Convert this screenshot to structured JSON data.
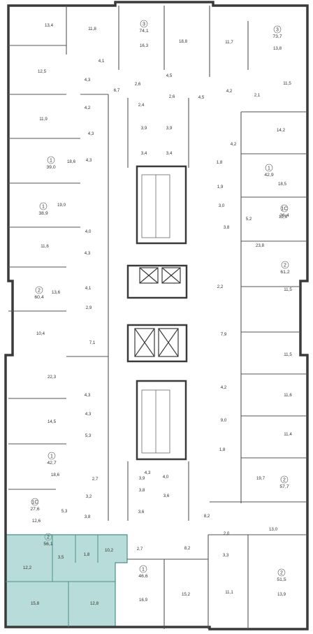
{
  "colors": {
    "wall": "#3a3a3a",
    "partition": "#555555",
    "highlight": "#b7dcd9",
    "highlight_stroke": "#4e8f8a",
    "text": "#333333"
  },
  "units": [
    {
      "id": "u1",
      "number": "1",
      "area": "39,0"
    },
    {
      "id": "u2",
      "number": "1",
      "area": "38,9"
    },
    {
      "id": "u3",
      "number": "2",
      "area": "60,4"
    },
    {
      "id": "u4",
      "number": "1",
      "area": "42,7"
    },
    {
      "id": "u5",
      "number": "1C",
      "area": "27,6"
    },
    {
      "id": "u6",
      "number": "2",
      "area": "56,1",
      "highlighted": true
    },
    {
      "id": "u7",
      "number": "1",
      "area": "46,6"
    },
    {
      "id": "u8",
      "number": "2",
      "area": "51,5"
    },
    {
      "id": "u9",
      "number": "2",
      "area": "57,7"
    },
    {
      "id": "u10",
      "number": "2",
      "area": "61,2"
    },
    {
      "id": "u11",
      "number": "1C",
      "area": "26,4"
    },
    {
      "id": "u12",
      "number": "1",
      "area": "42,9"
    },
    {
      "id": "u13",
      "number": "3",
      "area": "73,7"
    },
    {
      "id": "u14",
      "number": "3",
      "area": "74,1"
    }
  ],
  "rooms": [
    "13,4",
    "11,8",
    "16,3",
    "18,8",
    "11,7",
    "13,8",
    "11,5",
    "12,5",
    "4,1",
    "4,3",
    "4,2",
    "6,7",
    "2,6",
    "2,4",
    "2,6",
    "4,5",
    "4,5",
    "4,2",
    "2,1",
    "11,9",
    "4,3",
    "4,3",
    "14,2",
    "18,6",
    "3,9",
    "3,9",
    "3,4",
    "3,4",
    "4,2",
    "1,8",
    "18,5",
    "19,0",
    "1,9",
    "3,0",
    "5,2",
    "12,5",
    "4,0",
    "3,8",
    "11,6",
    "4,3",
    "23,8",
    "13,6",
    "4,1",
    "2,2",
    "2,9",
    "11,5",
    "10,4",
    "7,1",
    "7,9",
    "11,5",
    "22,3",
    "4,3",
    "4,2",
    "11,6",
    "14,5",
    "4,3",
    "9,0",
    "5,3",
    "11,4",
    "18,6",
    "1,8",
    "2,7",
    "19,7",
    "4,3",
    "3,9",
    "4,0",
    "12,6",
    "5,3",
    "3,2",
    "3,8",
    "3,8",
    "3,6",
    "3,6",
    "8,2",
    "2,0",
    "13,0",
    "3,3",
    "3,5",
    "1,8",
    "10,2",
    "12,2",
    "2,7",
    "8,2",
    "11,1",
    "13,9",
    "15,8",
    "12,8",
    "16,9",
    "15,2"
  ]
}
